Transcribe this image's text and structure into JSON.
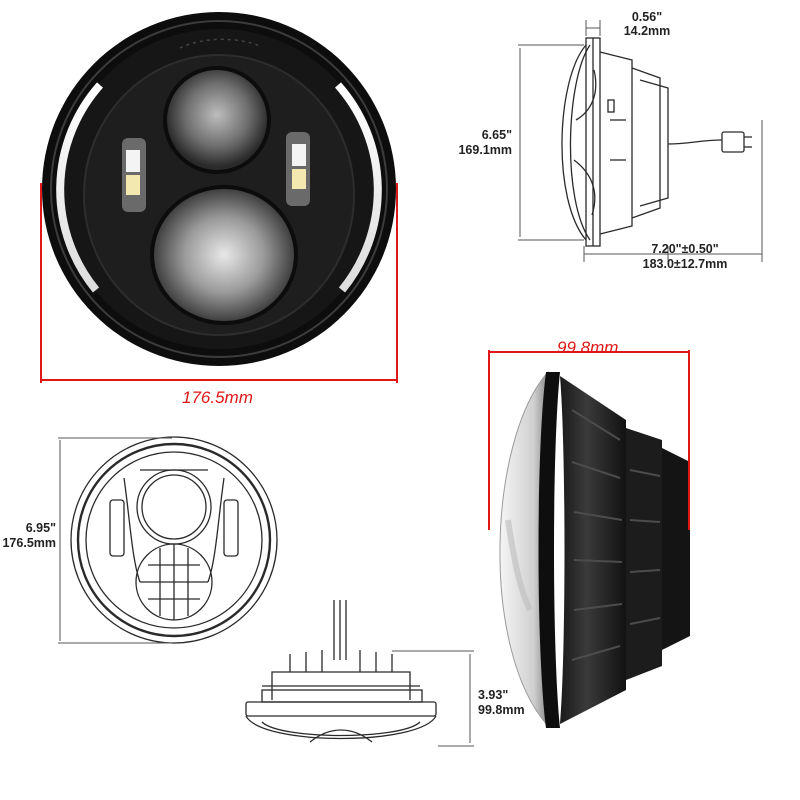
{
  "colors": {
    "dimension_red": "#e01717",
    "dimension_line": "#555555",
    "lamp_body": "#111111"
  },
  "front_photo": {
    "width_label": "176.5mm"
  },
  "side_photo": {
    "depth_label": "99.8mm"
  },
  "side_drawing": {
    "bezel_in": "0.56\"",
    "bezel_mm": "14.2mm",
    "height_in": "6.65\"",
    "height_mm": "169.1mm",
    "depth_in": "7.20\"±0.50\"",
    "depth_mm": "183.0±12.7mm"
  },
  "front_drawing": {
    "diameter_in": "6.95\"",
    "diameter_mm": "176.5mm"
  },
  "top_drawing": {
    "depth_in": "3.93\"",
    "depth_mm": "99.8mm"
  }
}
